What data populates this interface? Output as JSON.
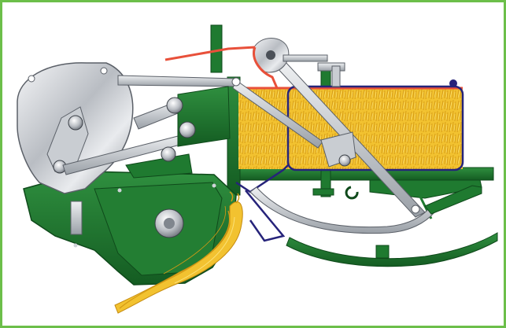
{
  "figure": {
    "frame_color": "#6cbf4a",
    "colors": {
      "machine_green": "#1f7a30",
      "machine_green_dark": "#145c22",
      "steel": "#b8bcc2",
      "hay": "#f2c230",
      "twine_red": "#e8503a",
      "twine_blue": "#26237a"
    },
    "components": [
      "bale-chamber",
      "hay-bale",
      "flywheel-housing",
      "pickup-rotor",
      "feed-crop-flow",
      "knotter-assembly",
      "twine-path",
      "needle-arm",
      "chassis-frame",
      "ground-skid"
    ]
  }
}
